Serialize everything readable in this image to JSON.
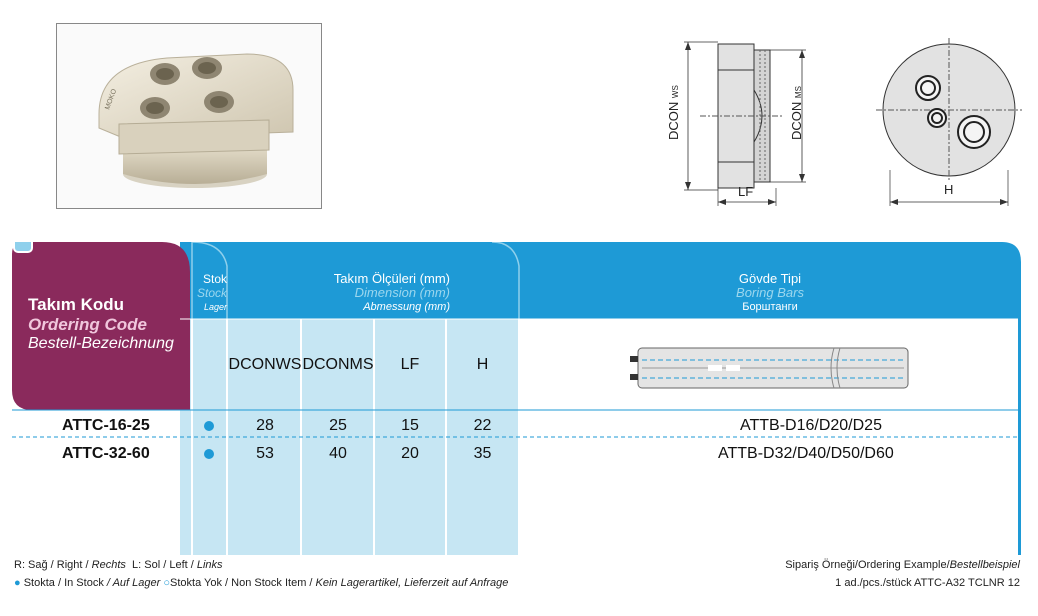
{
  "header": {
    "code_tr": "Takım Kodu",
    "code_en": "Ordering Code",
    "code_de": "Bestell-Bezeichnung",
    "stock_tr": "Stok",
    "stock_en": "Stock",
    "stock_de": "Lager",
    "dims_tr": "Takım Ölçüleri (mm)",
    "dims_en": "Dimension (mm)",
    "dims_de": "Abmessung (mm)",
    "body_tr": "Gövde Tipi",
    "body_en": "Boring Bars",
    "body_ru": "Борштанги"
  },
  "columns": [
    "DCONWS",
    "DCONMS",
    "LF",
    "H"
  ],
  "rows": [
    {
      "code": "ATTC-16-25",
      "stock": "in-stock",
      "dconws": "28",
      "dconms": "25",
      "lf": "15",
      "h": "22",
      "body": "ATTB-D16/D20/D25"
    },
    {
      "code": "ATTC-32-60",
      "stock": "in-stock",
      "dconws": "53",
      "dconms": "40",
      "lf": "20",
      "h": "35",
      "body": "ATTB-D32/D40/D50/D60"
    }
  ],
  "drawing": {
    "dconws_label": "DCON",
    "dconws_sub": "WS",
    "dconms_label": "DCON",
    "dconms_sub": "MS",
    "lf_label": "LF",
    "h_label": "H"
  },
  "photo": {
    "engraving": "MOKO"
  },
  "footer": {
    "line1_a": "R: Sağ / Right / ",
    "line1_b": "Rechts",
    "line1_c": "L: Sol / Left / ",
    "line1_d": "Links",
    "line2_a": "Stokta / In Stock ",
    "line2_b": "/ Auf Lager",
    "line2_c": "Stokta Yok / Non Stock Item / ",
    "line2_d": "Kein Lagerartikel, Lieferzeit auf Anfrage",
    "example_a": "Sipariş Örneği/Ordering Example/",
    "example_b": "Bestellbeispiel",
    "example_c": "1 ad./pcs./stück ATTC-A32 TCLNR 12"
  },
  "colors": {
    "teal": "#1e9ad6",
    "light_blue": "#c6e6f3",
    "purple": "#8a2a5c"
  }
}
